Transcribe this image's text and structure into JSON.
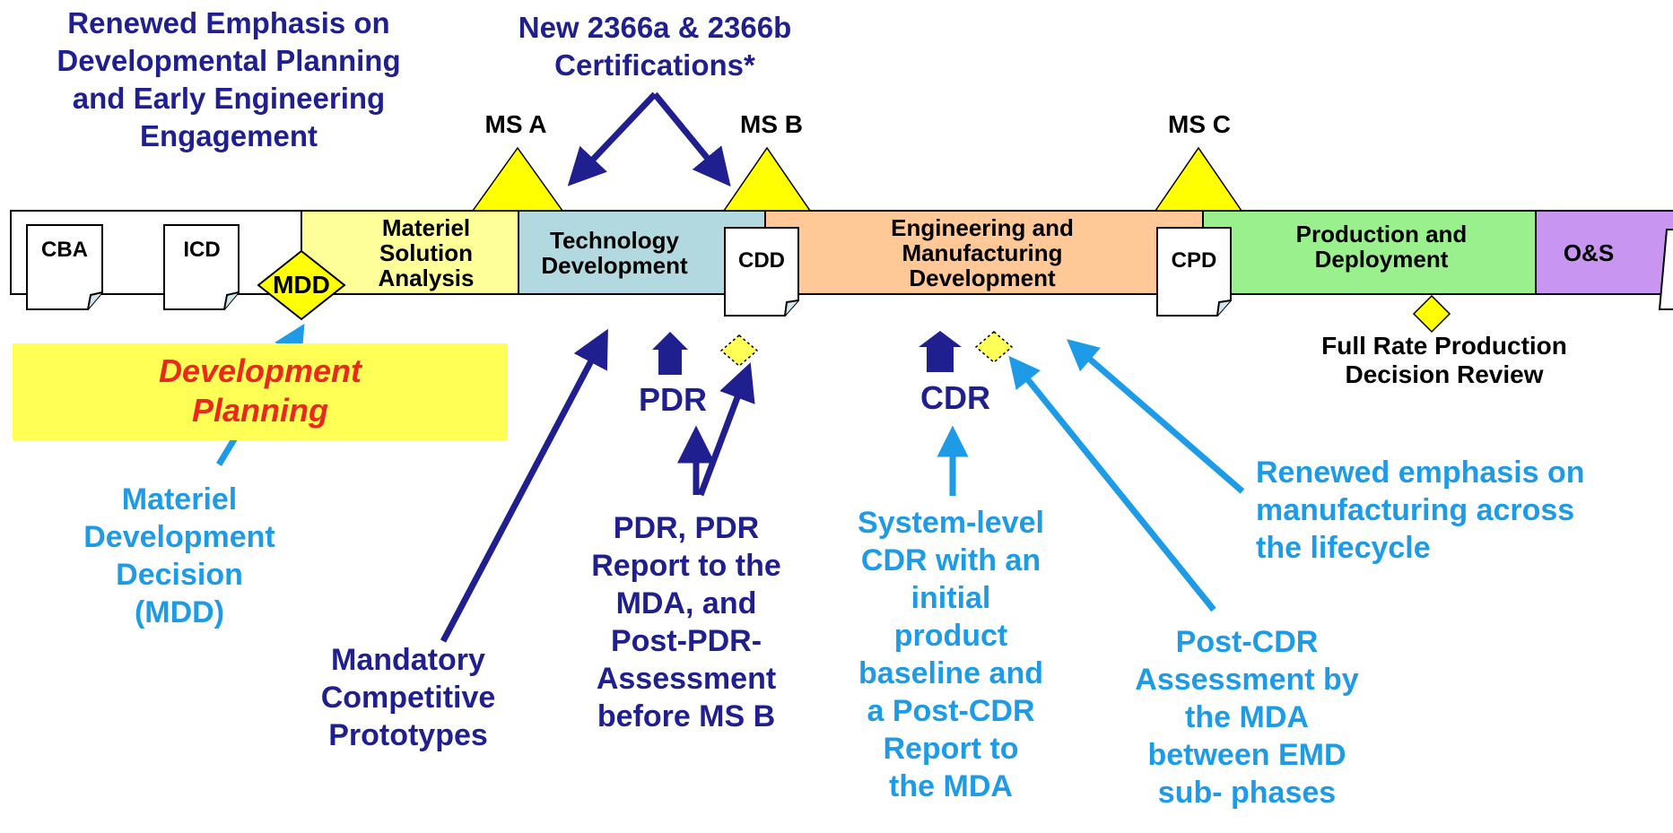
{
  "colors": {
    "navy": "#1f1f8f",
    "sky": "#1e9be6",
    "yellow_triangle": "#ffff00",
    "phase_msa": "#ffff99",
    "phase_td": "#b3d9e0",
    "phase_emd": "#ffc896",
    "phase_pd": "#99f08c",
    "phase_os": "#c896f0",
    "dev_planning_bg": "#ffff55",
    "dev_planning_text": "#e8291c"
  },
  "headings": {
    "renewed_emphasis_planning": [
      "Renewed Emphasis on",
      "Developmental Planning",
      "and Early Engineering",
      "Engagement"
    ],
    "certifications": [
      "New 2366a & 2366b",
      "Certifications*"
    ]
  },
  "milestones": {
    "ms_a": "MS A",
    "ms_b": "MS B",
    "ms_c": "MS C"
  },
  "documents": {
    "cba": "CBA",
    "icd": "ICD",
    "cdd": "CDD",
    "cpd": "CPD"
  },
  "decision": {
    "mdd": "MDD"
  },
  "phases": {
    "msa": [
      "Materiel",
      "Solution",
      "Analysis"
    ],
    "td": [
      "Technology",
      "Development"
    ],
    "emd": [
      "Engineering and",
      "Manufacturing",
      "Development"
    ],
    "pd": [
      "Production and",
      "Deployment"
    ],
    "os": "O&S"
  },
  "reviews": {
    "pdr": "PDR",
    "cdr": "CDR",
    "frp": [
      "Full Rate Production",
      "Decision Review"
    ]
  },
  "development_planning": [
    "Development",
    "Planning"
  ],
  "callouts": {
    "mdd": [
      "Materiel",
      "Development",
      "Decision",
      "(MDD)"
    ],
    "prototypes": [
      "Mandatory",
      "Competitive",
      "Prototypes"
    ],
    "pdr_report": [
      "PDR, PDR",
      "Report to the",
      "MDA, and",
      "Post-PDR-",
      "Assessment",
      "before MS B"
    ],
    "system_cdr": [
      "System-level",
      "CDR with an",
      "initial",
      "product",
      "baseline and",
      "a Post-CDR",
      "Report to",
      "the MDA"
    ],
    "post_cdr": [
      "Post-CDR",
      "Assessment by",
      "the MDA",
      "between EMD",
      "sub- phases"
    ],
    "manufacturing": [
      "Renewed emphasis on",
      "manufacturing across",
      "the lifecycle"
    ]
  }
}
